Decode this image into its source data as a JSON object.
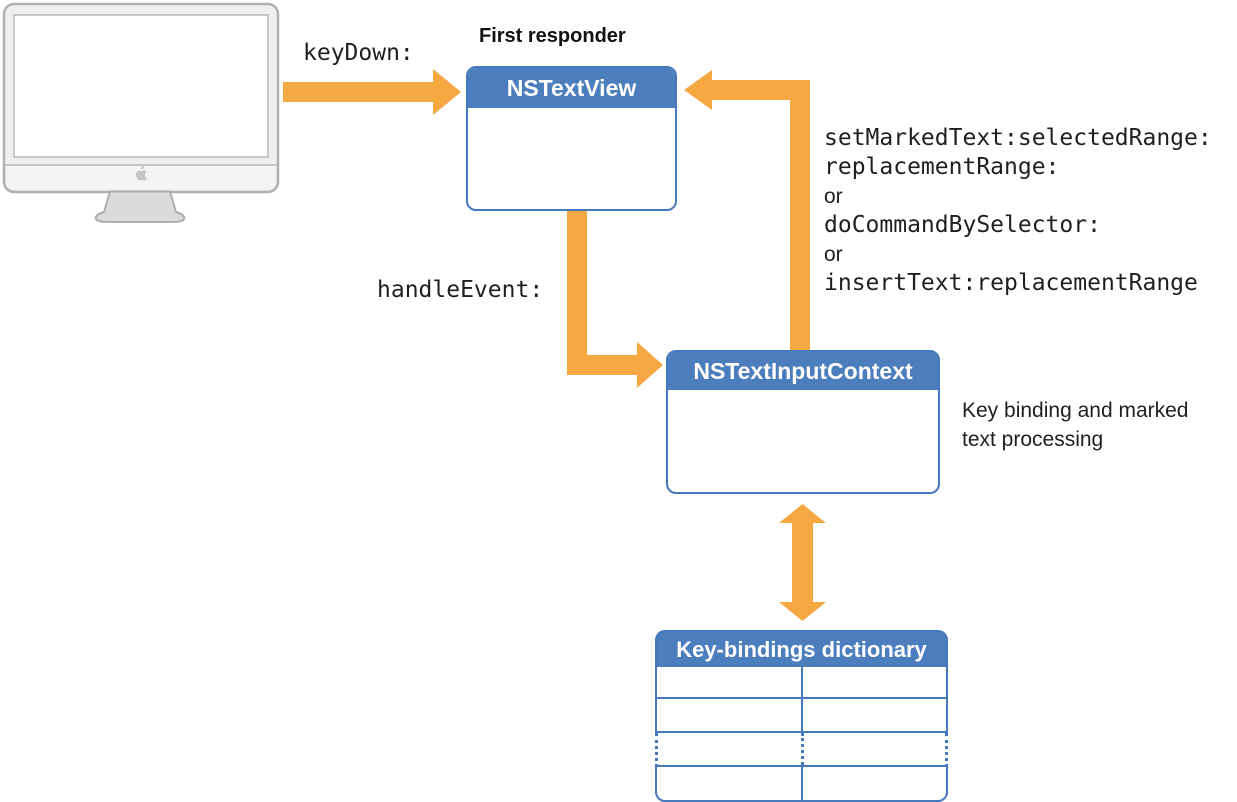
{
  "diagram": {
    "first_responder_label": "First responder",
    "keydown_label": "keyDown:",
    "handleevent_label": "handleEvent:",
    "nstextview_title": "NSTextView",
    "nstextinputcontext_title": "NSTextInputContext",
    "keybindings_title": "Key-bindings dictionary",
    "context_annotation": {
      "line1": "Key binding and marked",
      "line2": "text processing"
    },
    "return_methods": [
      "setMarkedText:selectedRange:",
      "replacementRange:",
      "or",
      "doCommandBySelector:",
      "or",
      "insertText:replacementRange"
    ],
    "keybindings_table": {
      "rows": 4,
      "columns": 2
    },
    "colors": {
      "arrow_orange": "#F5A842",
      "header_blue": "#4C7EBE",
      "border_blue": "#4678BC"
    }
  }
}
